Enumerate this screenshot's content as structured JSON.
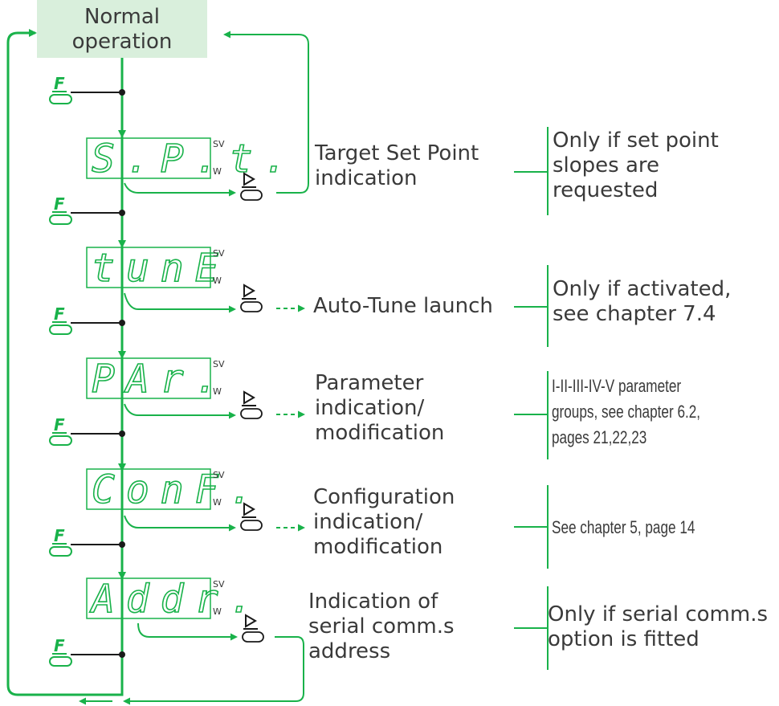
{
  "colors": {
    "accent": "#19b24a",
    "box_fill": "#d9efdc",
    "text": "#3a3a3a"
  },
  "start": {
    "line1": "Normal",
    "line2": "operation"
  },
  "key_f_label": "F",
  "display_units": {
    "sv": "SV",
    "w": "W"
  },
  "steps": [
    {
      "display": "S.P.t.",
      "label_lines": [
        "Target Set Point",
        "indication"
      ],
      "note_lines": [
        "Only if set point",
        "slopes are",
        "requested"
      ]
    },
    {
      "display": "tunE",
      "label_lines": [
        "Auto-Tune launch"
      ],
      "note_lines": [
        "Only if activated,",
        "see chapter 7.4"
      ]
    },
    {
      "display": "PAr.",
      "label_lines": [
        "Parameter",
        "indication/",
        "modification"
      ],
      "note_lines": [
        "I-II-III-IV-V parameter",
        "groups, see chapter 6.2,",
        "pages 21,22,23"
      ]
    },
    {
      "display": "ConF.",
      "label_lines": [
        "Configuration",
        "indication/",
        "modification"
      ],
      "note_lines": [
        "See chapter 5, page 14"
      ]
    },
    {
      "display": "Addr.",
      "label_lines": [
        "Indication of",
        "serial comm.s",
        "address"
      ],
      "note_lines": [
        "Only if serial comm.s",
        "option is fitted"
      ]
    }
  ]
}
